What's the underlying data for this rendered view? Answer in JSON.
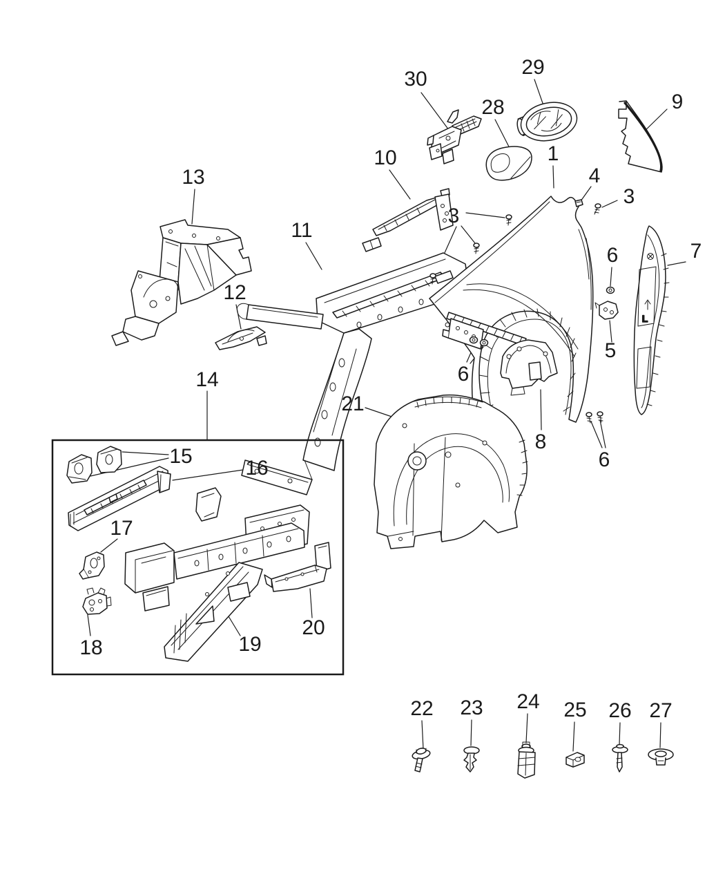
{
  "figure": {
    "description": "Exploded automotive parts diagram: front fender, wheelhouse panels, frame rails and fasteners (left side)",
    "background_color": "#ffffff",
    "line_color": "#1a1a1a"
  },
  "callouts": {
    "fender_panel": "1",
    "screws_fender_front": "3",
    "screw_fender_rear": "3",
    "clip_fender": "4",
    "bracket_lower": "5",
    "nut_rear": "6",
    "nuts_front": "6",
    "screws_bottom": "6",
    "seal_rear": "7",
    "support_bracket": "8",
    "cowl_trim_panel": "9",
    "closeout_panel": "10",
    "front_apron": "11",
    "support_small_bracket": "12",
    "rear_wheelhouse": "13",
    "rail_assembly": "14",
    "mount_brackets": "15",
    "upper_rail": "16",
    "front_rail_bracket": "17",
    "lower_rail_bracket": "18",
    "lower_rail": "19",
    "rear_rail_bracket": "20",
    "wheelhouse_liner": "21",
    "flange_bolt": "22",
    "push_rivet": "23",
    "expansion_anchor": "24",
    "u_nut": "25",
    "push_pin": "26",
    "grommet_nut": "27",
    "fender_pad": "28",
    "fuel_filler_door": "29",
    "hood_latch": "30"
  },
  "markings": {
    "seal_orientation": "L"
  }
}
